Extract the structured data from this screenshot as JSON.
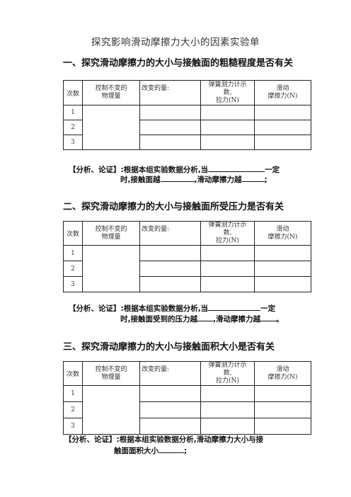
{
  "title": "探究影响滑动摩擦力大小的因素实验单",
  "table_header": {
    "col_num": "次数",
    "col_ctrl_1": "控制不变的",
    "col_ctrl_2": "物理量",
    "col_changed": "改变的量:",
    "col_reading_1": "弹簧测力计示",
    "col_reading_2": "数,",
    "col_reading_3": "拉力(N)",
    "col_friction_1": "滑动",
    "col_friction_2": "摩擦力(N)"
  },
  "rows": [
    "1",
    "2",
    "3"
  ],
  "section1": {
    "heading": "一、探究滑动摩擦力的大小与接触面的粗糙程度是否有关",
    "analysis_line1_a": "【分析、论证】:根据本组实验数据分析,当",
    "analysis_line1_b": "一定",
    "analysis_line2_a": "时,接触面越",
    "analysis_line2_b": ",滑动摩擦力越",
    "analysis_line2_c": ";"
  },
  "section2": {
    "heading": "二、探究滑动摩擦力的大小与接触面所受压力是否有关",
    "analysis_line1_a": "【分析、论证】:根据本组实验数据分析,当",
    "analysis_line1_b": "一定",
    "analysis_line2_a": "时,接触面受到的压力越",
    "analysis_line2_b": ",滑动摩擦力越",
    "analysis_line2_c": "。"
  },
  "section3": {
    "heading": "三、探究滑动摩擦力的大小与接触面积大小是否有关",
    "analysis_line1": "【分析、论证】:根据本组实验数据分析,滑动摩擦力大小与接",
    "analysis_line2_a": "触面面积大小",
    "analysis_line2_b": ";"
  }
}
